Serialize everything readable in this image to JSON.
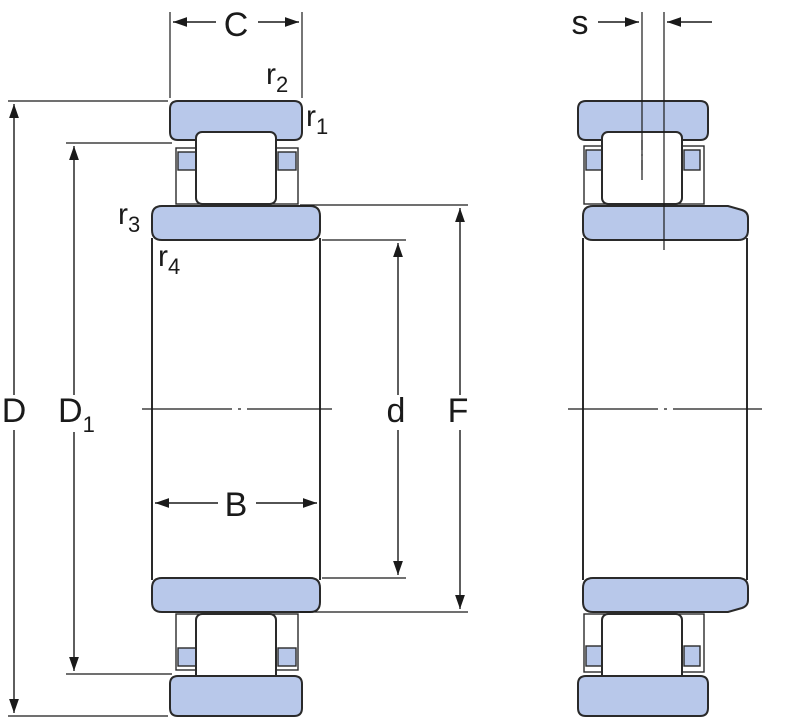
{
  "diagram": {
    "labels": {
      "C": "C",
      "s": "s",
      "r2": "r",
      "r2_sub": "2",
      "r1": "r",
      "r1_sub": "1",
      "r3": "r",
      "r3_sub": "3",
      "r4": "r",
      "r4_sub": "4",
      "D": "D",
      "D1": "D",
      "D1_sub": "1",
      "d": "d",
      "F": "F",
      "B": "B"
    },
    "colors": {
      "ring_fill": "#b8c8ea",
      "outline": "#2a2a2a"
    }
  }
}
